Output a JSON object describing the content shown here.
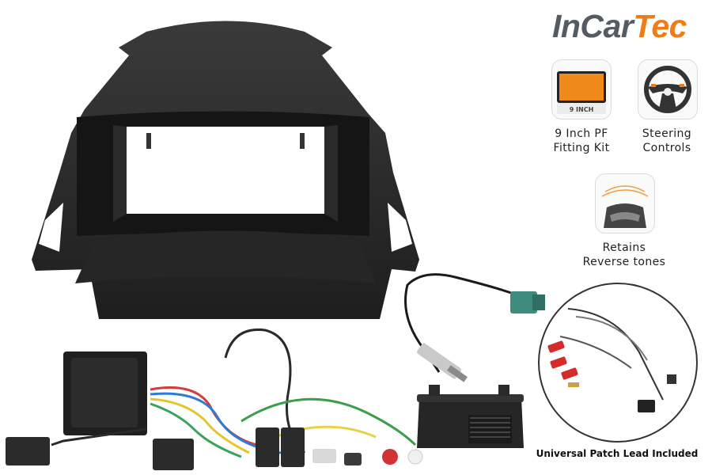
{
  "brand": {
    "part1": "InCar",
    "part2": "Tec",
    "color_gray": "#555b63",
    "color_orange": "#ef7d17"
  },
  "features": [
    {
      "icon": "screen-9-inch-icon",
      "icon_text": "9 INCH",
      "line1": "9 Inch PF",
      "line2": "Fitting Kit"
    },
    {
      "icon": "steering-wheel-icon",
      "line1": "Steering",
      "line2": "Controls"
    },
    {
      "icon": "reverse-camera-icon",
      "line1": "Retains",
      "line2": "Reverse tones"
    }
  ],
  "caption": "Universal Patch Lead Included",
  "product_images": [
    "fascia-panel-image",
    "aerial-adapter-image",
    "steering-interface-harness-image",
    "interface-module-image",
    "patch-lead-image"
  ],
  "accent_color": "#ef7d17"
}
